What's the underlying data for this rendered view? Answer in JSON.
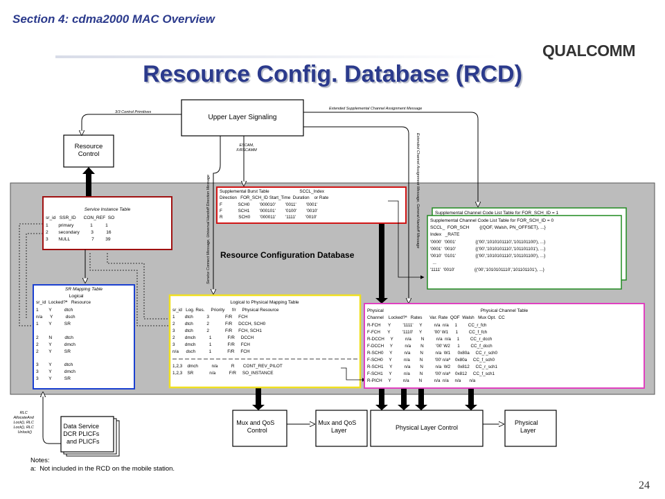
{
  "header": {
    "section_title": "Section 4: cdma2000 MAC Overview"
  },
  "logo": {
    "text": "QUALCOMM"
  },
  "title": "Resource Config. Database (RCD)",
  "page_number": "24",
  "upper_layer": {
    "label": "Upper Layer Signaling",
    "l3_primitives": "3/3 Control Primitives",
    "escam": "ESCAM,\nF/RSCAMM",
    "extended_scam": "Extended Supplemental Channel Assignment Message",
    "service_connect": "Service Connect Message, Universal Handoff Direction Message",
    "extended_cam": "Extended Channel Assignment Message, General Handoff Message"
  },
  "resource_control": {
    "label": "Resource\nControl"
  },
  "rcd_label": "Resource Configuration Database",
  "sbt": {
    "header": "Supplemental Burst Table                         SCCL_Index\nDirection   FOR_SCH_ID Start_Time  Duration    or Rate",
    "rows": [
      "F             SCH0        '000010'        '0011'        '0001'",
      "F             SCH1        '000101'        '0100'        '0010'",
      "R             SCH0        '000011'        '1111'        '0010'"
    ]
  },
  "sit": {
    "title": "Service Instance Table",
    "header": "sr_id   SSR_ID      CON_REF  SO",
    "rows": [
      "1        primary             1          1",
      "2        secondary         3          16",
      "3        NULL                 7         39"
    ]
  },
  "sccl_back": "Supplemental Channel Code List Table for FOR_SCH_ID = 1",
  "sccl": {
    "title": "Supplemental Channel Code List Table for FOR_SCH_ID = 0",
    "header": "SCCL_  FOR_SCH        {(QOF, Walsh, PN_OFFSET}, ...}\nIndex   _RATE",
    "rows": [
      "'0000'  '0001'                {('00','1010101110','101101100'), ...}",
      "'0001'  '0010'                {('00','1010101110','101101101'), ...}",
      "'0010'  '0101'                {('00','1010101110','101101100'), ...}",
      "  ...",
      "'1111'  '0010'                {('00','1010101110','101101101'), ...}"
    ]
  },
  "srm": {
    "title": "SR Mapping Table",
    "header": "                          Logical\nsr_id  Locked?ª   Resource",
    "rows": [
      "1        Y          dtch",
      "n/a      Y          dsch",
      "1        Y          SR",
      "",
      "2        N          dtch",
      "2        Y          dmch",
      "2        Y          SR",
      "",
      "3        Y          dtch",
      "3        Y          dmch",
      "3        Y          SR"
    ]
  },
  "lpm": {
    "title": "Logical to Physical Mapping Table",
    "header": "sr_id   Log. Res.     Priority      f/r     Physical Resource",
    "rows": [
      "1        dtch           3             F/R     FCH",
      "2        dtch           2             F/R     DCCH, SCH0",
      "3        dtch           2             F/R     FCH, SCH1",
      "2        dmch           1             F/R     DCCH",
      "3        dmch           1             F/R     FCH",
      "n/a      dsch           1             F/R     FCH",
      "1,2,3    dmch           n/a           R       CONT_REV_PILOT",
      "1,2,3    SR             n/a           F/R     SO_INSTANCE"
    ]
  },
  "pct": {
    "title": "Physical Channel Table",
    "header": "Physical\nChannel    Locked?ª   Rates      Var. Rate  QOF  Walsh   Mux Opt.  CC",
    "rows": [
      "R-FCH      Y          '1111'     Y          n/a  n/a     1         CC_r_fch",
      "F-FCH      Y          '1110'     Y          '00' W1      1         CC_f_fch",
      "R-DCCH     Y          n/a        N          n/a  n/a     1         CC_r_dcch",
      "F-DCCH     Y          n/a        N          '00' W2      1         CC_f_dcch",
      "R-SCH0     Y          n/a        N          n/a  W1      0x80a     CC_r_sch0",
      "F-SCH0     Y          n/a        N          '00' n/aª    0x80a     CC_f_sch0",
      "R-SCH1     Y          n/a        N          n/a  W2      0x812     CC_r_sch1",
      "F-SCH1     Y          n/a        N          '00' n/aª    0x812     CC_f_sch1",
      "R-PICH     Y          n/a        N          n/a  n/a     n/a       n/a"
    ]
  },
  "bottom": {
    "rlc_label": "RLC\nAllocateAnd\nLock(), RLC\nLock(), RLC\nUnlock()",
    "data_service": "Data Service\nDCR PLICFs\nand PLICFs",
    "mux_control": "Mux and QoS\nControl",
    "mux_layer": "Mux and QoS\nLayer",
    "plc": "Physical Layer Control",
    "pl": "Physical\nLayer"
  },
  "notes": {
    "heading": "Notes:",
    "a": "a:  Not included in the RCD on the mobile station."
  }
}
